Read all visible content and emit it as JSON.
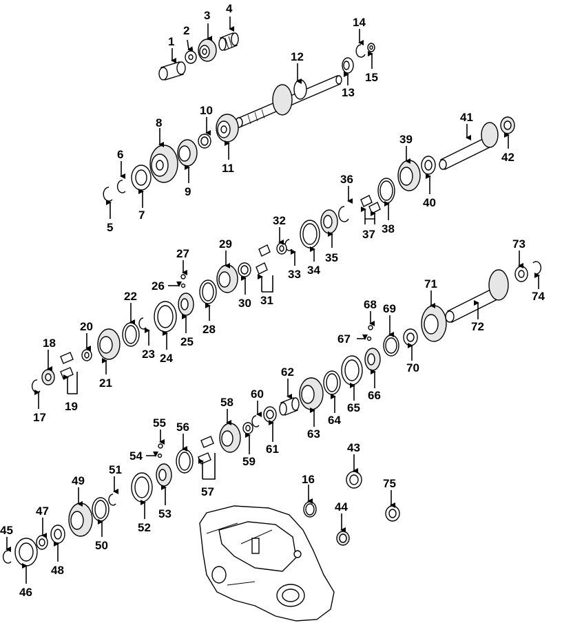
{
  "callouts": [
    "1",
    "2",
    "3",
    "4",
    "5",
    "6",
    "7",
    "8",
    "9",
    "10",
    "11",
    "12",
    "13",
    "14",
    "15",
    "16",
    "17",
    "18",
    "19",
    "20",
    "21",
    "22",
    "23",
    "24",
    "25",
    "26",
    "27",
    "28",
    "29",
    "30",
    "31",
    "32",
    "33",
    "34",
    "35",
    "36",
    "37",
    "38",
    "39",
    "40",
    "41",
    "42",
    "43",
    "44",
    "45",
    "46",
    "47",
    "48",
    "49",
    "50",
    "51",
    "52",
    "53",
    "54",
    "55",
    "56",
    "57",
    "58",
    "59",
    "60",
    "61",
    "62",
    "63",
    "64",
    "65",
    "66",
    "67",
    "68",
    "69",
    "70",
    "71",
    "72",
    "73",
    "74",
    "75"
  ]
}
